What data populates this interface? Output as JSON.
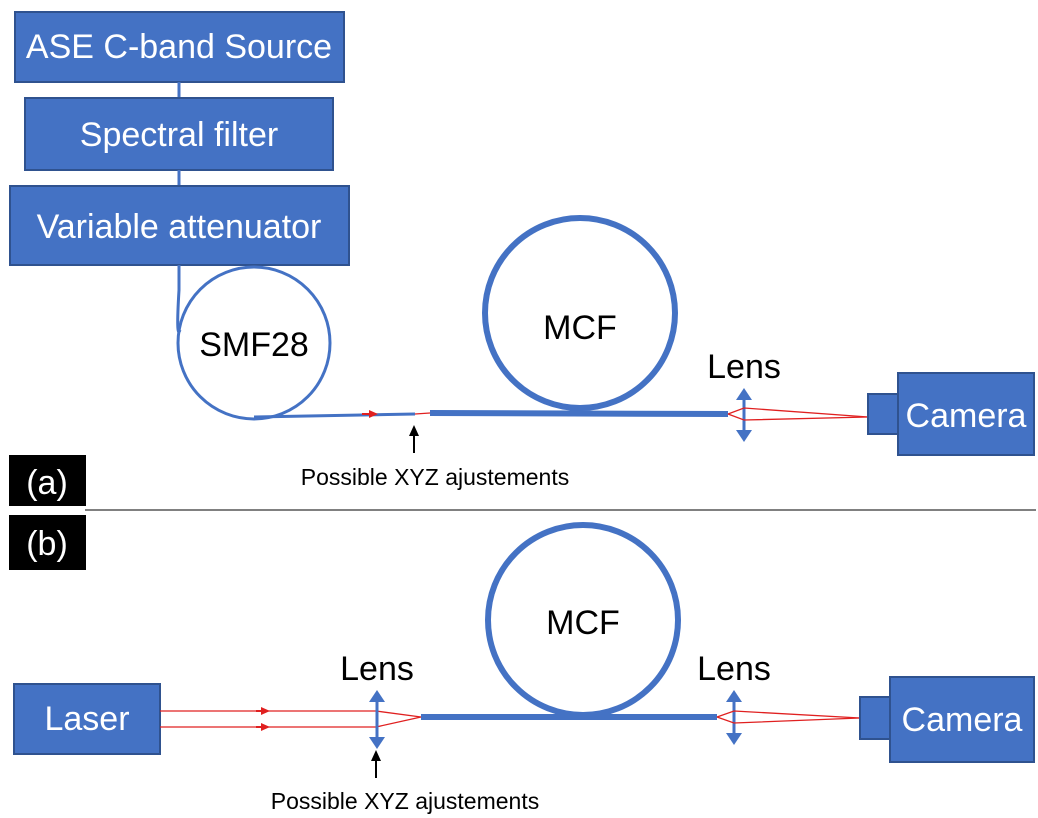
{
  "panel_a": {
    "tag": "(a)",
    "source_label": "ASE C-band Source",
    "filter_label": "Spectral filter",
    "attenuator_label": "Variable attenuator",
    "smf_label": "SMF28",
    "mcf_label": "MCF",
    "lens_label": "Lens",
    "camera_label": "Camera",
    "xyz_label": "Possible XYZ ajustements"
  },
  "panel_b": {
    "tag": "(b)",
    "laser_label": "Laser",
    "lens_in_label": "Lens",
    "mcf_label": "MCF",
    "lens_out_label": "Lens",
    "camera_label": "Camera",
    "xyz_label": "Possible XYZ ajustements"
  },
  "colors": {
    "box_fill": "#4472c4",
    "beam": "#e02020",
    "tag_background": "#000000"
  }
}
